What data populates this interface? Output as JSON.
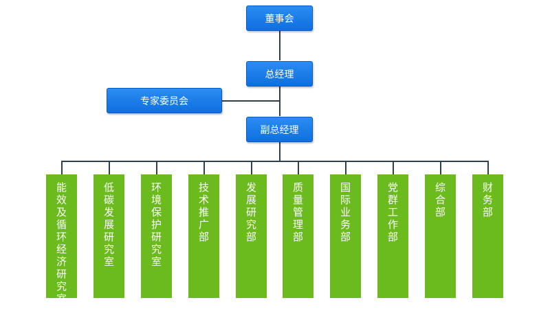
{
  "org": {
    "board": "董事会",
    "gm": "总经理",
    "expert_committee": "专家委员会",
    "deputy_gm": "副总经理",
    "departments": [
      "能效及循环经济研究室",
      "低碳发展研究室",
      "环境保护研究室",
      "技术推广部",
      "发展研究部",
      "质量管理部",
      "国际业务部",
      "党群工作部",
      "综合部",
      "财务部"
    ]
  },
  "colors": {
    "top_box": "#1a7ae8",
    "department_box": "#6bbb1f",
    "connector": "#2d3f4f",
    "text": "#ffffff"
  }
}
